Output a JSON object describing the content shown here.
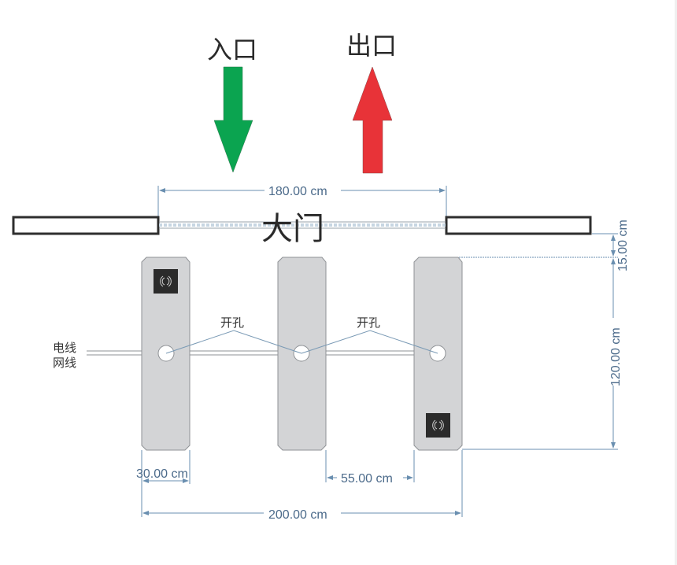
{
  "labels": {
    "entrance": "入口",
    "exit": "出口",
    "gate": "大门",
    "hole_1": "开孔",
    "hole_2": "开孔",
    "power_cable": "电线",
    "network_cable": "网线"
  },
  "dimensions": {
    "gate_width": "180.00 cm",
    "gap_to_gate": "15.00 cm",
    "post_length": "120.00 cm",
    "post_width": "30.00 cm",
    "lane_width": "55.00 cm",
    "total_width": "200.00 cm"
  },
  "colors": {
    "entrance_arrow": "#0ba450",
    "exit_arrow": "#e83338",
    "post_fill": "#d3d4d6",
    "post_stroke": "#8f9296",
    "reader_fill": "#2b2b2b",
    "dimension_line": "#6a8fb0",
    "wall_stroke": "#2e2e2e"
  },
  "posts": [
    {
      "name": "left-turnstile",
      "has_reader": true,
      "reader_position": "top"
    },
    {
      "name": "middle-turnstile",
      "has_reader": false
    },
    {
      "name": "right-turnstile",
      "has_reader": true,
      "reader_position": "bottom"
    }
  ]
}
